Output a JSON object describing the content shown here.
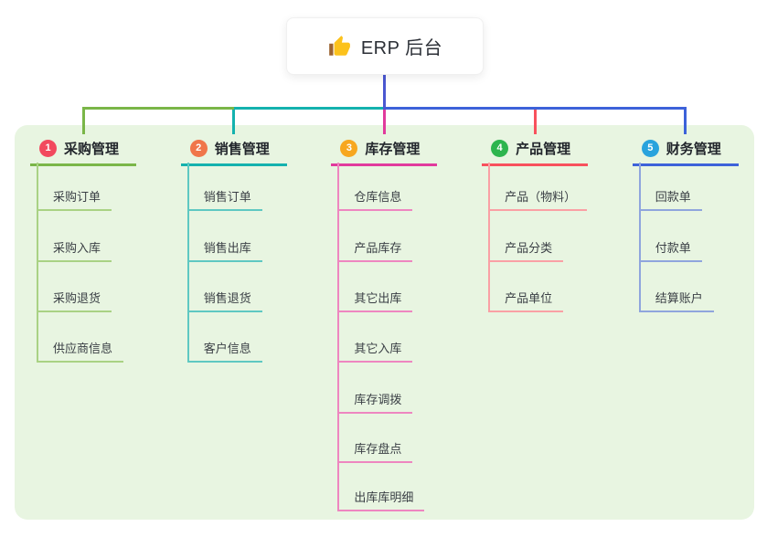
{
  "root": {
    "title": "ERP 后台",
    "icon": "thumbs-up-icon"
  },
  "colors": {
    "page_bg": "#ffffff",
    "panel_bg": "#e8f5e1",
    "root_line": "#4b57d1",
    "title_text": "#2b2f36",
    "branch_text": "#22262c",
    "child_text": "#3a3f45"
  },
  "branches": [
    {
      "badge": "1",
      "label": "采购管理",
      "badge_color": "#f2495e",
      "line_color": "#7ab648",
      "child_line_color": "#a9d284",
      "children": [
        "采购订单",
        "采购入库",
        "采购退货",
        "供应商信息"
      ]
    },
    {
      "badge": "2",
      "label": "销售管理",
      "badge_color": "#f0764a",
      "line_color": "#14b2ae",
      "child_line_color": "#5fc8c2",
      "children": [
        "销售订单",
        "销售出库",
        "销售退货",
        "客户信息"
      ]
    },
    {
      "badge": "3",
      "label": "库存管理",
      "badge_color": "#f7a71f",
      "line_color": "#e13a9d",
      "child_line_color": "#ee86c0",
      "children": [
        "仓库信息",
        "产品库存",
        "其它出库",
        "其它入库",
        "库存调拨",
        "库存盘点",
        "出库库明细"
      ]
    },
    {
      "badge": "4",
      "label": "产品管理",
      "badge_color": "#2db54e",
      "line_color": "#f8515d",
      "child_line_color": "#faa0a5",
      "children": [
        "产品（物料）",
        "产品分类",
        "产品单位"
      ]
    },
    {
      "badge": "5",
      "label": "财务管理",
      "badge_color": "#29a3dd",
      "line_color": "#3d62d9",
      "child_line_color": "#8fa5dd",
      "children": [
        "回款单",
        "付款单",
        "结算账户"
      ]
    }
  ]
}
